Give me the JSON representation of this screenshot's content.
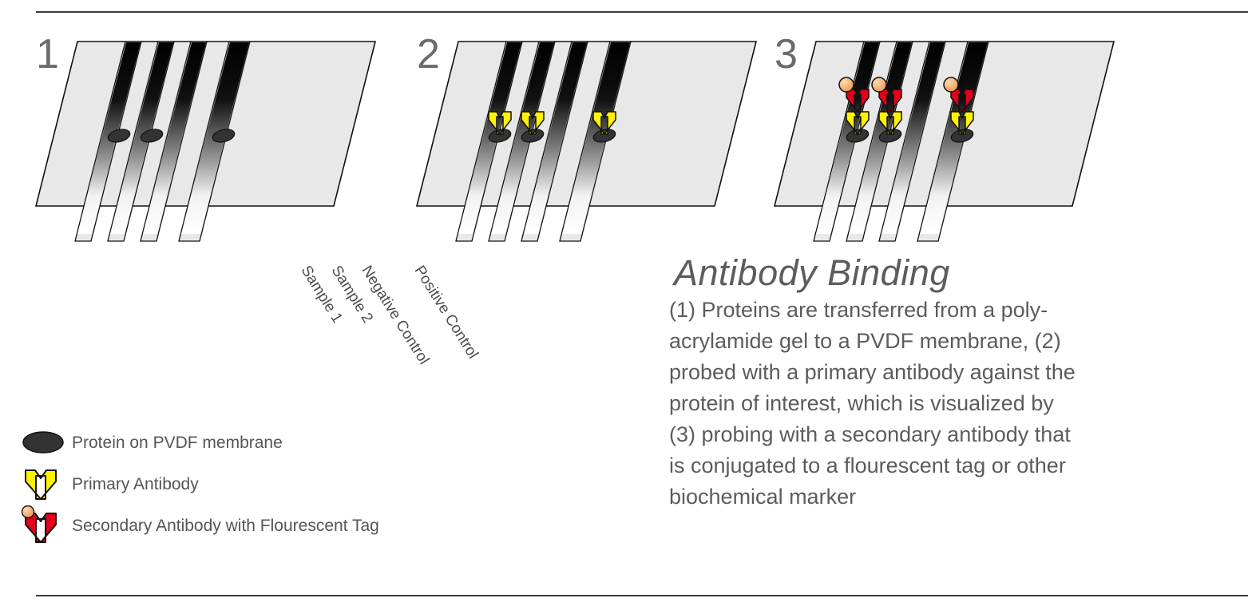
{
  "figure": {
    "title": "Antibody Binding",
    "body": "(1) Proteins are transferred from a poly-\nacrylamide gel to a PVDF membrane, (2)\nprobed with a primary antibody against the\nprotein of interest, which is visualized by\n(3) probing with a secondary antibody that\nis conjugated to a flourescent tag or other\nbiochemical marker"
  },
  "panels": [
    {
      "number": "1",
      "name": "transfer-panel"
    },
    {
      "number": "2",
      "name": "primary-antibody-panel"
    },
    {
      "number": "3",
      "name": "secondary-antibody-panel"
    }
  ],
  "lanes": [
    {
      "label": "Sample 1",
      "has_protein": true
    },
    {
      "label": "Sample 2",
      "has_protein": true
    },
    {
      "label": "Negative Control",
      "has_protein": false
    },
    {
      "label": "Positive Control",
      "has_protein": true
    }
  ],
  "legend": [
    {
      "icon": "protein-oval-icon",
      "label": "Protein on PVDF membrane"
    },
    {
      "icon": "primary-antibody-icon",
      "label": "Primary Antibody"
    },
    {
      "icon": "secondary-antibody-icon",
      "label": "Secondary Antibody with Flourescent Tag"
    }
  ],
  "colors": {
    "membrane": "#e8e8e8",
    "outline": "#000000",
    "protein": "#333333",
    "primary_antibody": "#fff200",
    "secondary_antibody": "#e2001a",
    "fluorescent_tag": "#f0a868",
    "text": "#5c5c5c",
    "rule": "#3a3a3a"
  }
}
